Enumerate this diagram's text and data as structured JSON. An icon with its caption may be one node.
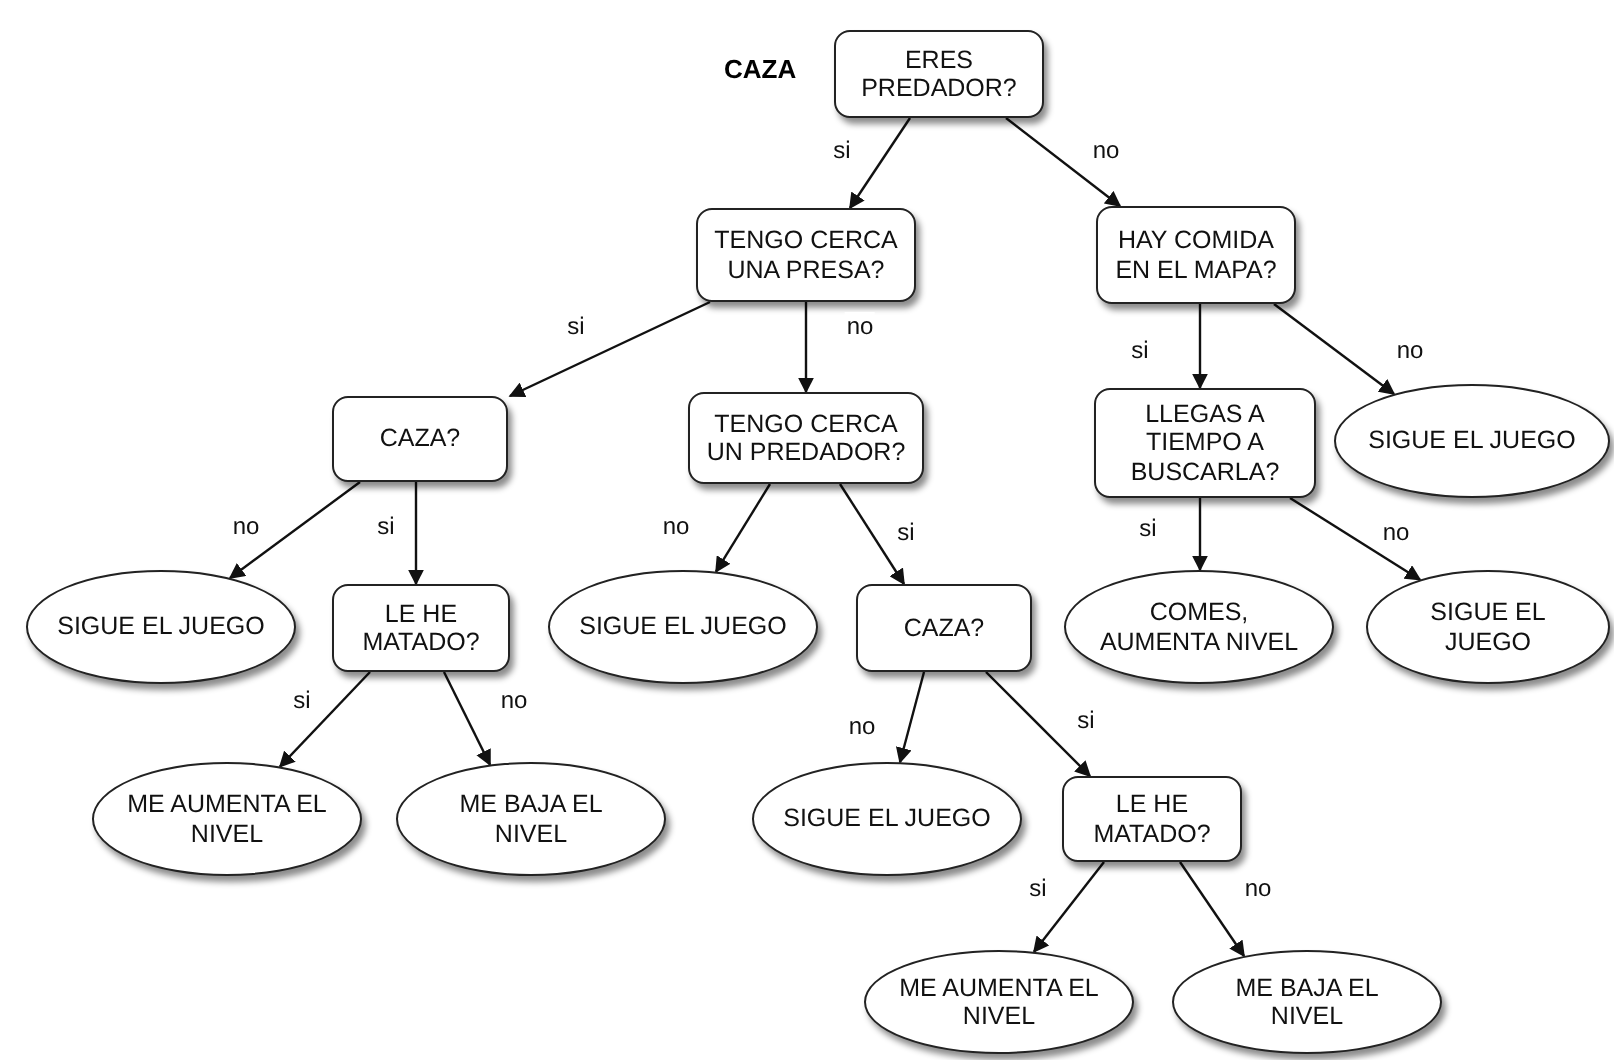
{
  "diagram": {
    "title": "CAZA",
    "nodes": [
      {
        "text": [
          "ERES PREDADOR?"
        ]
      },
      {
        "text": [
          "TENGO CERCA UNA PRESA?"
        ]
      },
      {
        "text": [
          "HAY COMIDA EN EL MAPA?"
        ]
      },
      {
        "text": [
          "CAZA?"
        ]
      },
      {
        "text": [
          "TENGO CERCA UN PREDADOR?"
        ]
      },
      {
        "text": [
          "LLEGAS A TIEMPO A BUSCARLA?"
        ]
      },
      {
        "text": [
          "SIGUE EL JUEGO"
        ]
      },
      {
        "text": [
          "SIGUE EL JUEGO"
        ]
      },
      {
        "text": [
          "LE HE MATADO?"
        ]
      },
      {
        "text": [
          "SIGUE EL JUEGO"
        ]
      },
      {
        "text": [
          "CAZA?"
        ]
      },
      {
        "text": [
          "COMES, AUMENTA NIVEL"
        ]
      },
      {
        "text": [
          "SIGUE EL JUEGO"
        ]
      },
      {
        "text": [
          "ME AUMENTA EL NIVEL"
        ]
      },
      {
        "text": [
          "ME BAJA EL NIVEL"
        ]
      },
      {
        "text": [
          "SIGUE EL JUEGO"
        ]
      },
      {
        "text": [
          "LE HE MATADO?"
        ]
      },
      {
        "text": [
          "ME AUMENTA EL NIVEL"
        ]
      },
      {
        "text": [
          "ME BAJA EL NIVEL"
        ]
      }
    ],
    "edges": [
      {
        "from": 0,
        "to": 1,
        "arrow": "to",
        "label": "si"
      },
      {
        "from": 0,
        "to": 2,
        "arrow": "to",
        "label": "no"
      },
      {
        "from": 1,
        "to": 3,
        "arrow": "to",
        "label": "si"
      },
      {
        "from": 1,
        "to": 4,
        "arrow": "to",
        "label": "no"
      },
      {
        "from": 2,
        "to": 5,
        "arrow": "to",
        "label": "si"
      },
      {
        "from": 2,
        "to": 6,
        "arrow": "to",
        "label": "no"
      },
      {
        "from": 3,
        "to": 7,
        "arrow": "to",
        "label": "no"
      },
      {
        "from": 3,
        "to": 8,
        "arrow": "to",
        "label": "si"
      },
      {
        "from": 4,
        "to": 9,
        "arrow": "to",
        "label": "no"
      },
      {
        "from": 4,
        "to": 10,
        "arrow": "to",
        "label": "si"
      },
      {
        "from": 5,
        "to": 11,
        "arrow": "to",
        "label": "si"
      },
      {
        "from": 5,
        "to": 12,
        "arrow": "to",
        "label": "no"
      },
      {
        "from": 8,
        "to": 13,
        "arrow": "to",
        "label": "si"
      },
      {
        "from": 8,
        "to": 14,
        "arrow": "to",
        "label": "no"
      },
      {
        "from": 10,
        "to": 15,
        "arrow": "to",
        "label": "no"
      },
      {
        "from": 10,
        "to": 16,
        "arrow": "to",
        "label": "si"
      },
      {
        "from": 16,
        "to": 17,
        "arrow": "to",
        "label": "si"
      },
      {
        "from": 16,
        "to": 18,
        "arrow": "to",
        "label": "no"
      }
    ]
  }
}
